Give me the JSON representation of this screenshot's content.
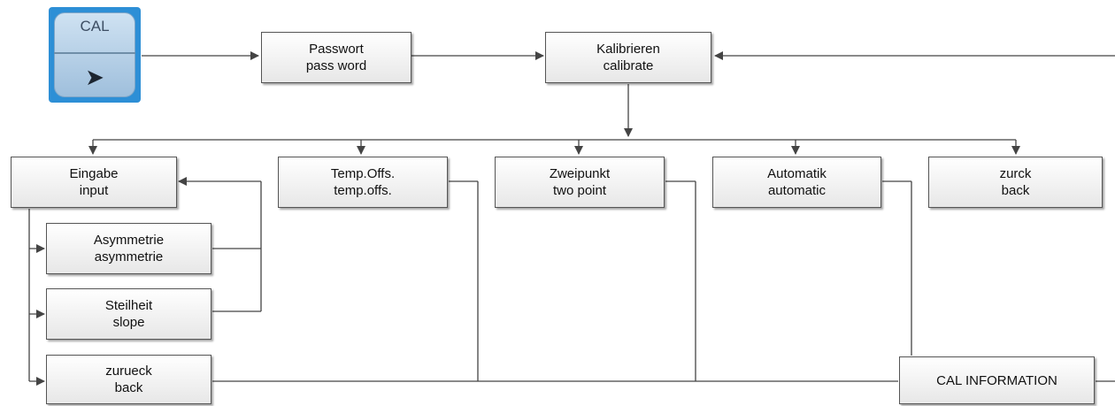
{
  "cal_button": {
    "label": "CAL",
    "arrow": "right-arrow-icon"
  },
  "nodes": {
    "passwort": {
      "de": "Passwort",
      "en": "pass word"
    },
    "kalibrieren": {
      "de": "Kalibrieren",
      "en": "calibrate"
    },
    "eingabe": {
      "de": "Eingabe",
      "en": "input"
    },
    "temp_offs": {
      "de": "Temp.Offs.",
      "en": "temp.offs."
    },
    "zweipunkt": {
      "de": "Zweipunkt",
      "en": "two point"
    },
    "automatik": {
      "de": "Automatik",
      "en": "automatic"
    },
    "zurck": {
      "de": "zurck",
      "en": "back"
    },
    "asymmetrie": {
      "de": "Asymmetrie",
      "en": "asymmetrie"
    },
    "steilheit": {
      "de": "Steilheit",
      "en": "slope"
    },
    "zurueck": {
      "de": "zurueck",
      "en": "back"
    },
    "cal_information": {
      "label": "CAL INFORMATION"
    }
  },
  "colors": {
    "line": "#444444",
    "button_blue": "#2d8fd6"
  }
}
